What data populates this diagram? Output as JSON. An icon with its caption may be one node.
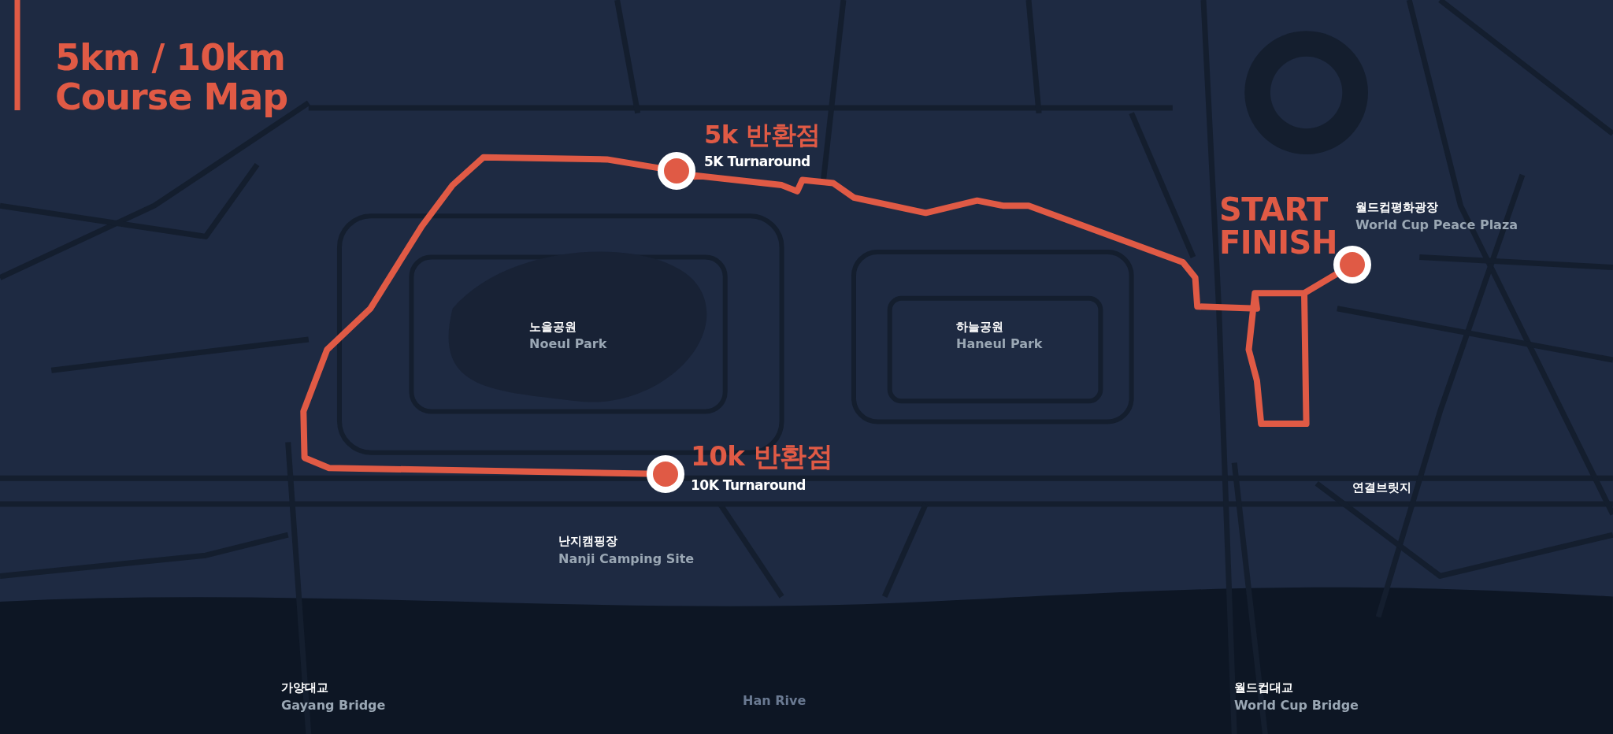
{
  "diagram": {
    "title": "5km / 10km Course Map",
    "nodes": [
      {
        "text": [
          "5k 반환점",
          "5K Turnaround"
        ]
      },
      {
        "text": [
          "START FINISH"
        ]
      },
      {
        "text": [
          "10k 반환점",
          "10K Turnaround"
        ]
      }
    ],
    "edges": [
      {
        "from": 1,
        "to": 0,
        "arrow": "none"
      },
      {
        "from": 0,
        "to": 2,
        "arrow": "none"
      }
    ],
    "labels": [
      "월드컵평화광장",
      "World Cup Peace Plaza",
      "노을공원",
      "Noeul Park",
      "하늘공원",
      "Haneul Park",
      "연결브릿지",
      "난지캠핑장",
      "Nanji Camping Site",
      "가양대교",
      "Gayang Bridge",
      "Han Rive",
      "월드컵대교",
      "World Cup Bridge"
    ]
  }
}
